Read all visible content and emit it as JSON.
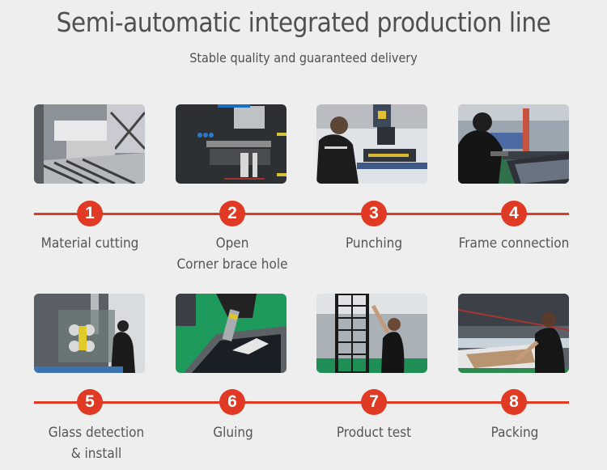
{
  "header": {
    "title": "Semi-automatic integrated production line",
    "subtitle": "Stable quality and guaranteed delivery"
  },
  "accent_color": "#e03a24",
  "steps": [
    {
      "number": "1",
      "lines": [
        "Material cutting"
      ],
      "photo": "material-cutting-photo"
    },
    {
      "number": "2",
      "lines": [
        "Open",
        "Corner brace hole"
      ],
      "photo": "corner-brace-hole-photo"
    },
    {
      "number": "3",
      "lines": [
        "Punching"
      ],
      "photo": "punching-photo"
    },
    {
      "number": "4",
      "lines": [
        "Frame connection"
      ],
      "photo": "frame-connection-photo"
    },
    {
      "number": "5",
      "lines": [
        "Glass detection",
        "& install"
      ],
      "photo": "glass-install-photo"
    },
    {
      "number": "6",
      "lines": [
        "Gluing"
      ],
      "photo": "gluing-photo"
    },
    {
      "number": "7",
      "lines": [
        "Product test"
      ],
      "photo": "product-test-photo"
    },
    {
      "number": "8",
      "lines": [
        "Packing"
      ],
      "photo": "packing-photo"
    }
  ]
}
